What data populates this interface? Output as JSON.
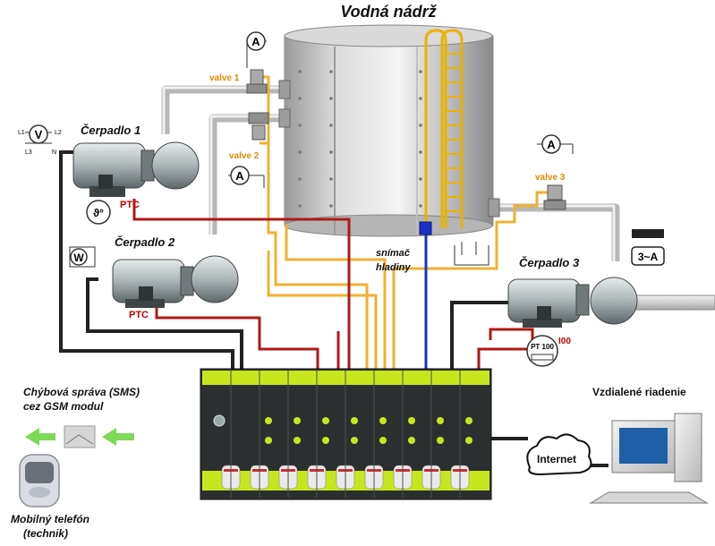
{
  "title": "Vodná nádrž",
  "valves": [
    "valve 1",
    "valve 2",
    "valve 3"
  ],
  "pumps": [
    "Čerpadlo 1",
    "Čerpadlo 2",
    "Čerpadlo 3"
  ],
  "ptc": [
    "PTC",
    "PTC"
  ],
  "level_sensor": [
    "snímač",
    "hladiny"
  ],
  "sms": [
    "Chýbová správa (SMS)",
    "cez GSM modul"
  ],
  "phone": [
    "Mobilný telefón",
    "(technik)"
  ],
  "remote": "Vzdialené riadenie",
  "internet": "Internet",
  "pt100": "PT 100",
  "motor_3phase": "3~A",
  "meter_symbols": {
    "ammeter": "A",
    "voltmeter": "V",
    "wattmeter": "W",
    "thermal": "ϑ°"
  },
  "colors": {
    "water_pipe": "#c9c9c9",
    "signal_orange": "#f0b030",
    "signal_red": "#b01818",
    "signal_blue": "#1830c8",
    "cable_black": "#222222",
    "module_green": "#c8e61e",
    "module_body": "#2b2f30",
    "label_orange": "#e08a00",
    "ptc_red": "#c00000"
  }
}
